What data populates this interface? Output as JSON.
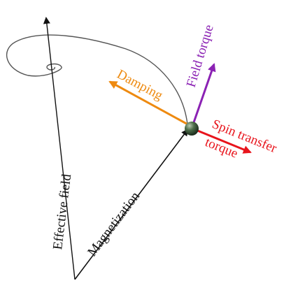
{
  "labels": {
    "effective_field": "Effective field",
    "magnetization": "Magnetization",
    "damping": "Damping",
    "field_torque": "Field torque",
    "spin_transfer_line1": "Spin transfer",
    "spin_transfer_line2": "torque"
  },
  "colors": {
    "damping": "#ee8a10",
    "field_torque": "#8b22b4",
    "spin_transfer": "#e8141c",
    "axes": "#111111",
    "sphere": "#3a5a3a"
  }
}
